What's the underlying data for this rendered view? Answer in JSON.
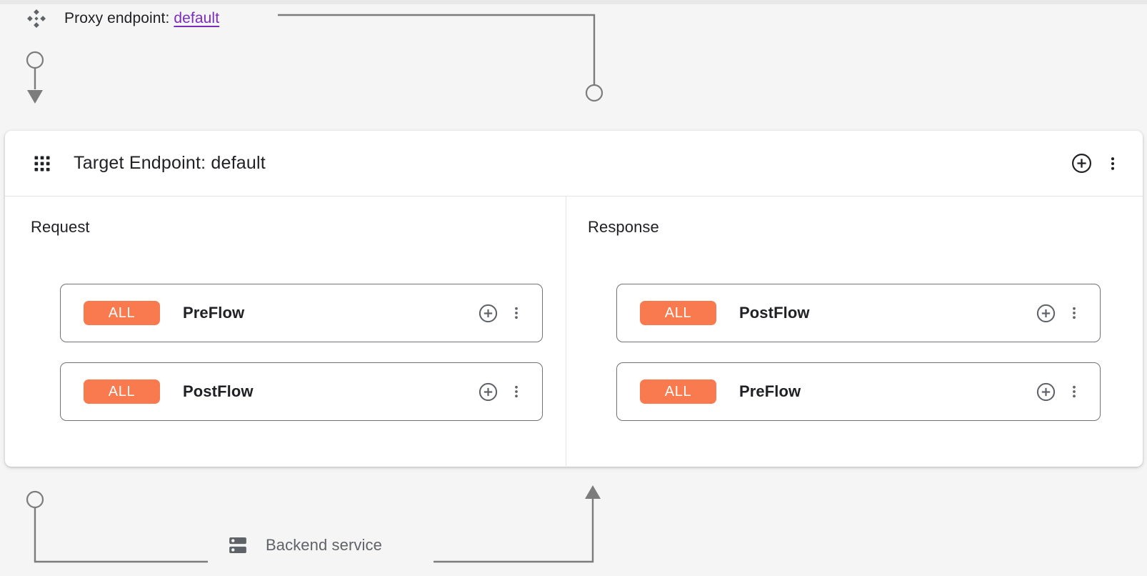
{
  "colors": {
    "page_bg": "#f5f5f5",
    "panel_bg": "#ffffff",
    "badge_orange": "#fa7a50",
    "link_purple": "#7b2cbf",
    "connector_gray": "#7c7c7c",
    "text_primary": "#202124",
    "text_muted": "#5f6368"
  },
  "proxy": {
    "icon": "diamond-arrows-icon",
    "label_prefix": "Proxy endpoint:",
    "link_text": "default"
  },
  "panel": {
    "icon": "apps-grid-icon",
    "title": "Target Endpoint: default",
    "actions": {
      "add": "add-circle-icon",
      "more": "more-vert-icon"
    }
  },
  "columns": [
    {
      "key": "request",
      "heading": "Request",
      "flow_direction": "down",
      "cards": [
        {
          "badge": "ALL",
          "name": "PreFlow",
          "add": "add-circle-icon",
          "more": "more-vert-icon"
        },
        {
          "badge": "ALL",
          "name": "PostFlow",
          "add": "add-circle-icon",
          "more": "more-vert-icon"
        }
      ]
    },
    {
      "key": "response",
      "heading": "Response",
      "flow_direction": "up",
      "cards": [
        {
          "badge": "ALL",
          "name": "PostFlow",
          "add": "add-circle-icon",
          "more": "more-vert-icon"
        },
        {
          "badge": "ALL",
          "name": "PreFlow",
          "add": "add-circle-icon",
          "more": "more-vert-icon"
        }
      ]
    }
  ],
  "backend": {
    "icon": "server-icon",
    "label": "Backend service"
  }
}
